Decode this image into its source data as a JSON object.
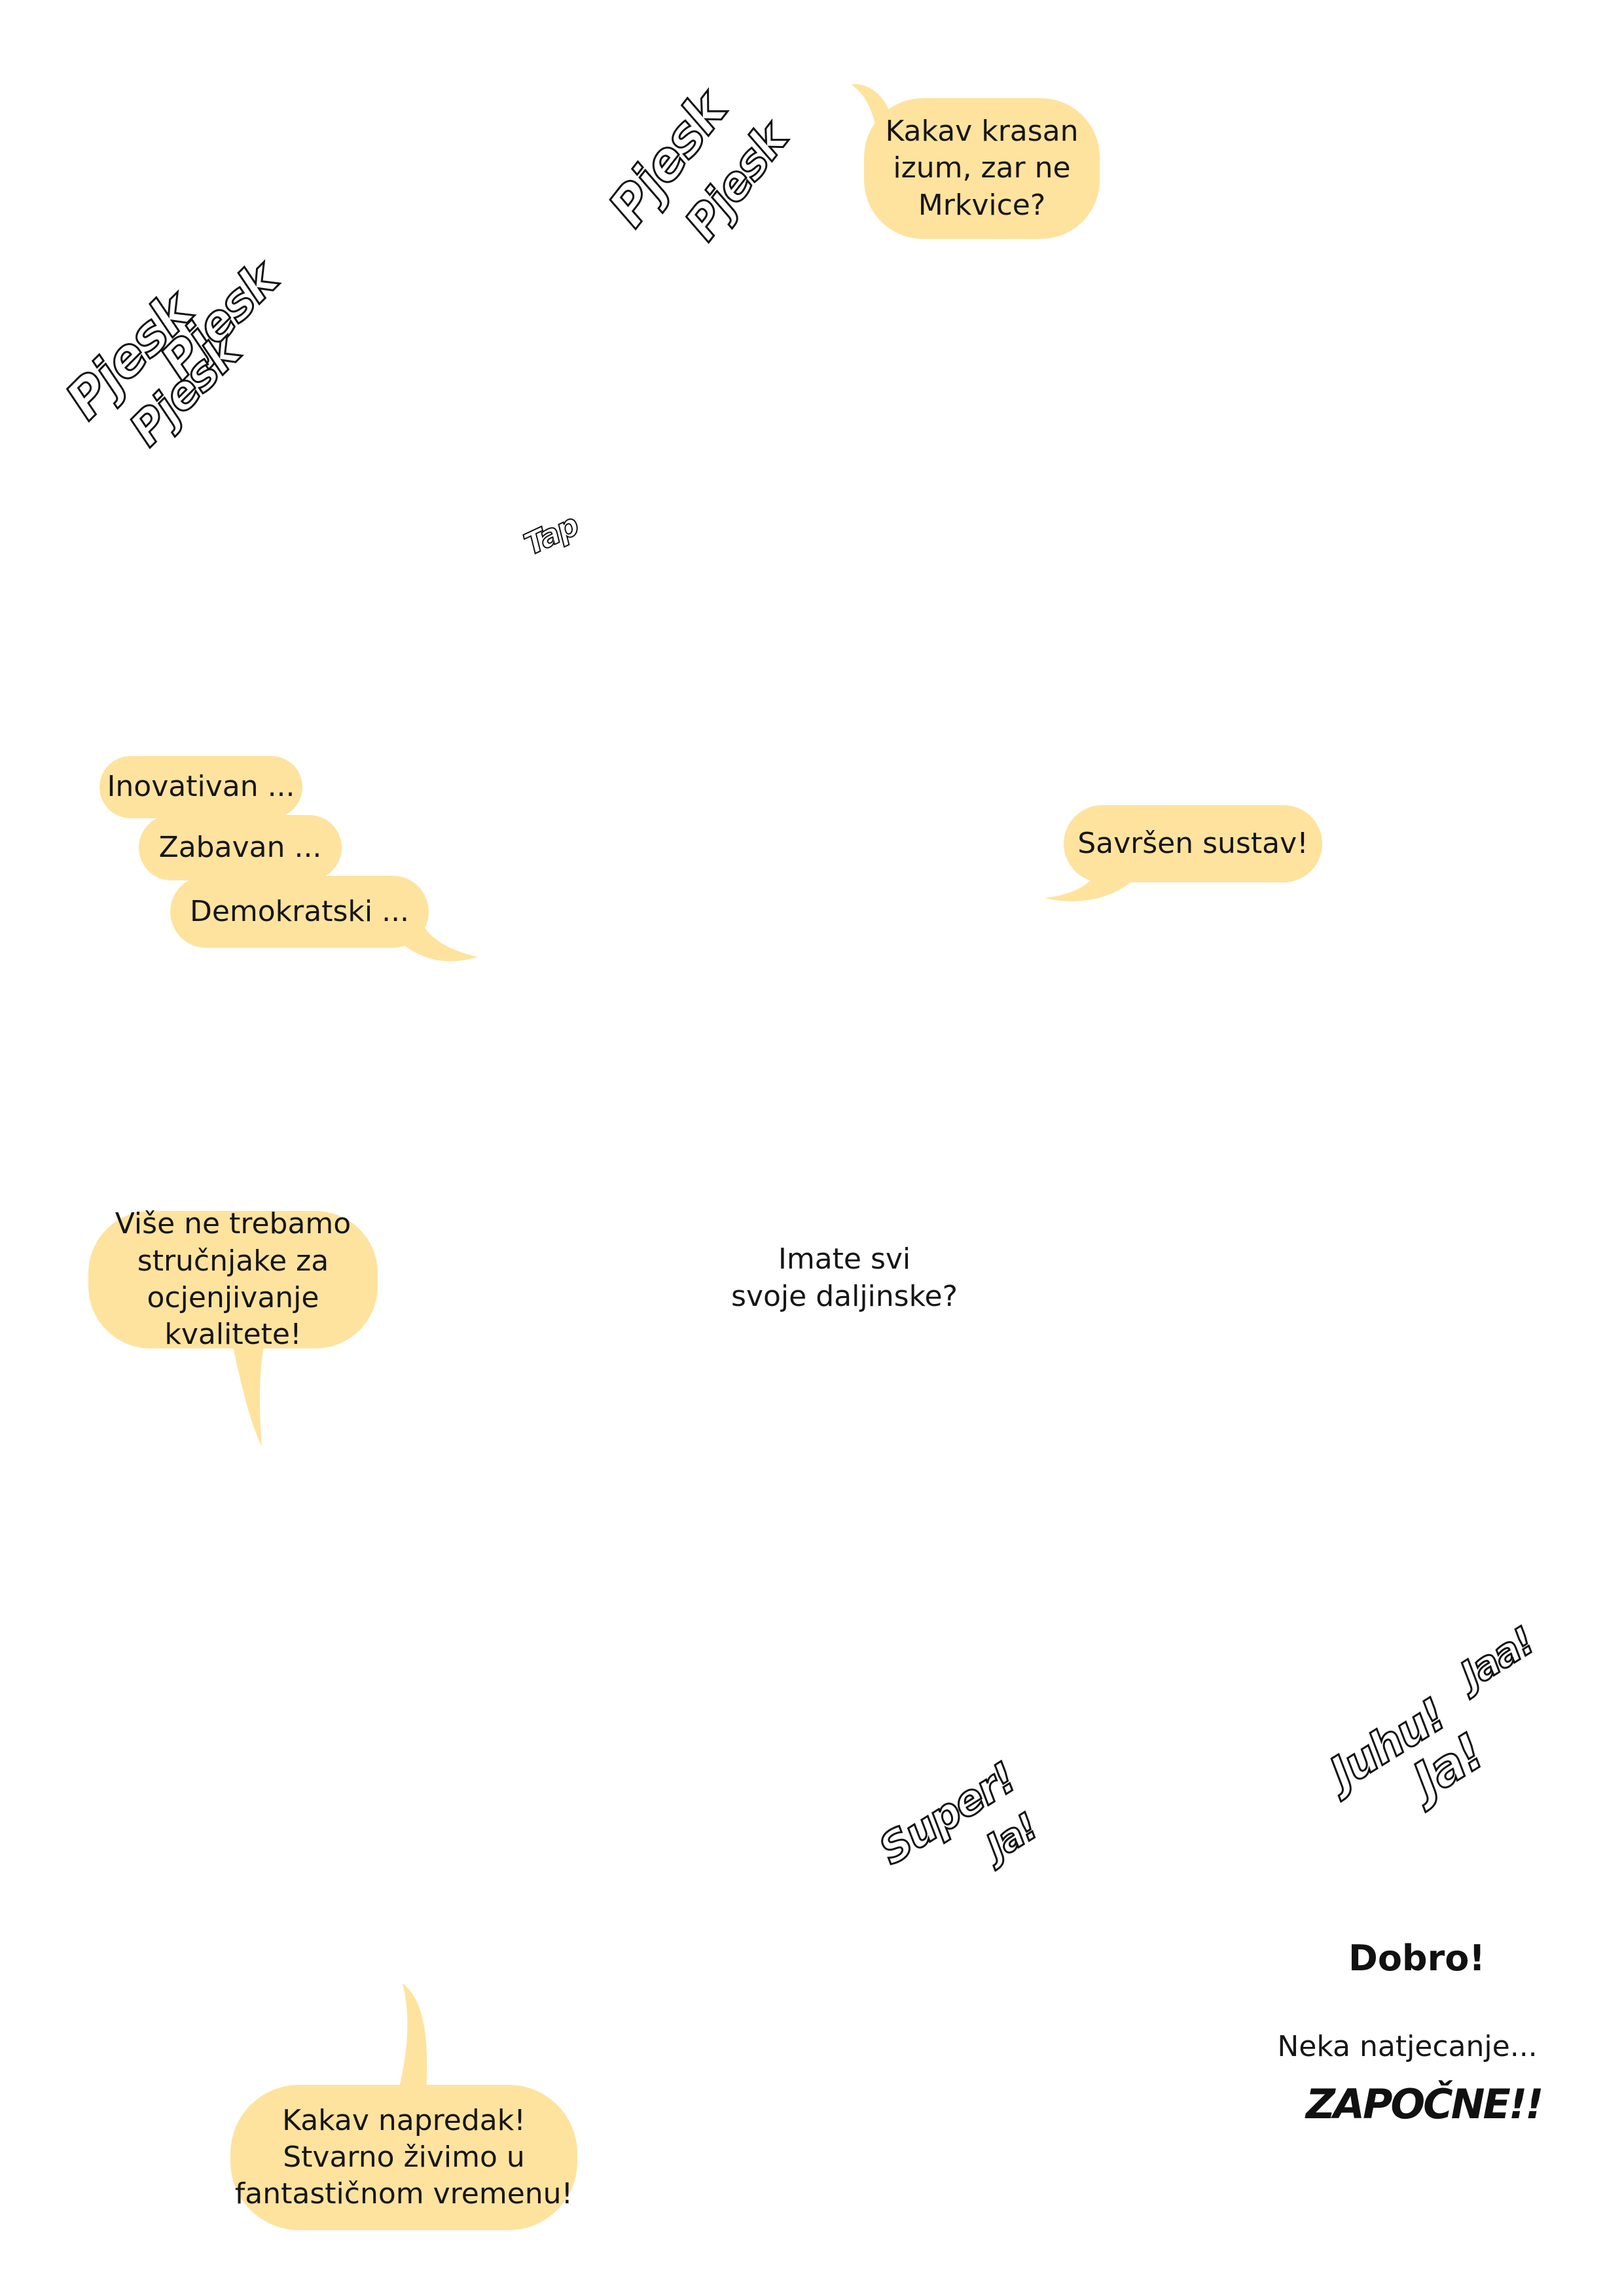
{
  "bubbles": {
    "b1": "Kakav krasan\nizum, zar ne\nMrkvice?",
    "b2a": "Inovativan ...",
    "b2b": "Zabavan ...",
    "b2c": "Demokratski ...",
    "b3": "Savršen sustav!",
    "b4": "Više ne trebamo\nstručnjake za\nocjenjivanje kvalitete!",
    "b5": "Kakav napredak!\nStvarno živimo u\nfantastičnom vremenu!"
  },
  "captions": {
    "remotes": "Imate svi\nsvoje daljinske?",
    "good": "Dobro!",
    "let_begin": "Neka natjecanje...",
    "begin": "ZAPOČNE!!"
  },
  "sfx": {
    "pjesk": "Pjesk",
    "tap": "Tap",
    "super": "Super!",
    "ja": "Ja!",
    "juhu": "Juhu!",
    "jaa": "Jaa!"
  },
  "colors": {
    "bubble": "#fee39e",
    "ink": "#161616"
  }
}
